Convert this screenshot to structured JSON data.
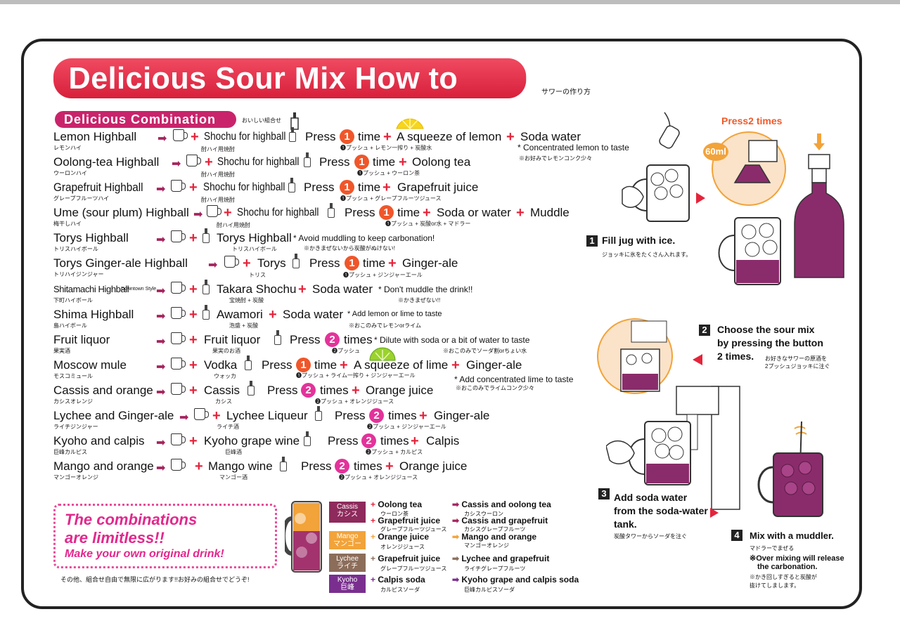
{
  "header": {
    "title": "Delicious Sour Mix How to Make",
    "title_jp": "サワーの作り方",
    "combination_label": "Delicious Combination",
    "combination_jp": "おいしい組合せ"
  },
  "icons": [
    "beer-mug-icon",
    "arrow-right-icon",
    "plus-icon",
    "bottle-icon",
    "dispenser-icon",
    "lemon-icon",
    "lime-icon"
  ],
  "recipes": [
    {
      "name": "Lemon Highball",
      "jp": "レモンハイ",
      "base": "Shochu for highball",
      "base_jp": "酎ハイ用焼酎",
      "press": "1",
      "after": "time",
      "mix1": "A squeeze of lemon",
      "mix2": "Soda water",
      "steps_jp": "❶プッシュ + レモン一搾り + 炭酸水",
      "note": "* Concentrated lemon to taste",
      "note_jp": "※お好みでレモンコンク少々"
    },
    {
      "name": "Oolong-tea Highball",
      "jp": "ウーロンハイ",
      "base": "Shochu for highball",
      "base_jp": "酎ハイ用焼酎",
      "press": "1",
      "after": "time",
      "mix1": "Oolong tea",
      "steps_jp": "❶プッシュ + ウーロン茶"
    },
    {
      "name": "Grapefruit Highball",
      "jp": "グレープフルーツハイ",
      "base": "Shochu for highball",
      "base_jp": "酎ハイ用焼酎",
      "press": "1",
      "after": "time",
      "mix1": "Grapefruit juice",
      "steps_jp": "❶プッシュ + グレープフルーツジュース"
    },
    {
      "name": "Ume (sour plum) Highball",
      "jp": "梅干しハイ",
      "base": "Shochu for highball",
      "base_jp": "酎ハイ用焼酎",
      "press": "1",
      "after": "time",
      "mix1": "Soda or water",
      "mix2": "Muddle",
      "steps_jp": "❶プッシュ + 炭酸or水 + マドラー"
    },
    {
      "name": "Torys Highball",
      "jp": "トリスハイボール",
      "base": "Torys Highball",
      "base_jp": "トリスハイボール",
      "note": "* Avoid muddling to keep carbonation!",
      "note_jp": "※かきまぜないから炭酸がぬけない!"
    },
    {
      "name": "Torys Ginger-ale Highball",
      "jp": "トリハイジンジャー",
      "base": "Torys",
      "base_jp": "トリス",
      "press": "1",
      "after": "time",
      "mix1": "Ginger-ale",
      "steps_jp": "❶プッシュ + ジンジャーエール"
    },
    {
      "name": "Shitamachi Highball",
      "name_small": "Downtown Style",
      "jp": "下町ハイボール",
      "base": "Takara Shochu",
      "base_jp": "宝焼酎 + 炭酸",
      "mix1": "Soda water",
      "note": "* Don't muddle the drink!!",
      "note_jp": "※かきまぜない!!"
    },
    {
      "name": "Shima Highball",
      "jp": "島ハイボール",
      "base": "Awamori",
      "base_jp": "泡盛 + 炭酸",
      "mix1": "Soda water",
      "note": "* Add lemon or lime to taste",
      "note_jp": "※おこのみでレモンorライム"
    },
    {
      "name": "Fruit liquor",
      "jp": "果実酒",
      "base": "Fruit liquor",
      "base_jp": "果実のお酒",
      "press": "2",
      "after": "times",
      "note": "* Dilute with soda or a bit of water to taste",
      "steps_jp": "❷プッシュ",
      "note_jp": "※おこのみでソーダ割orちょい水"
    },
    {
      "name": "Moscow mule",
      "jp": "モスコミュール",
      "base": "Vodka",
      "base_jp": "ウォッカ",
      "press": "1",
      "after": "time",
      "mix1": "A squeeze of lime",
      "mix2": "Ginger-ale",
      "steps_jp": "❶プッシュ + ライム一搾り + ジンジャーエール",
      "note": "* Add concentrated lime to taste",
      "note_jp": "※おこのみでライムコンク少々"
    },
    {
      "name": "Cassis and orange",
      "jp": "カシスオレンジ",
      "base": "Cassis",
      "base_jp": "カシス",
      "press": "2",
      "after": "times",
      "mix1": "Orange juice",
      "steps_jp": "❷プッシュ + オレンジジュース"
    },
    {
      "name": "Lychee and Ginger-ale",
      "jp": "ライチジンジャー",
      "base": "Lychee Liqueur",
      "base_jp": "ライチ酒",
      "press": "2",
      "after": "times",
      "mix1": "Ginger-ale",
      "steps_jp": "❷プッシュ + ジンジャーエール"
    },
    {
      "name": "Kyoho and calpis",
      "jp": "巨峰カルピス",
      "base": "Kyoho grape wine",
      "base_jp": "巨峰酒",
      "press": "2",
      "after": "times",
      "mix1": "Calpis",
      "steps_jp": "❷プッシュ + カルピス"
    },
    {
      "name": "Mango and orange",
      "jp": "マンゴーオレンジ",
      "base": "Mango wine",
      "base_jp": "マンゴー酒",
      "press": "2",
      "after": "times",
      "mix1": "Orange juice",
      "steps_jp": "❷プッシュ + オレンジジュース"
    }
  ],
  "press_word": "Press",
  "limitless": {
    "line1": "The combinations",
    "line2": "are limitless!!",
    "line3": "Make your own original drink!",
    "jp": "その他、組合せ自由で無限に広がります!!お好みの組合せでどうぞ!"
  },
  "combos": [
    {
      "tag": "Cassis",
      "tag_jp": "カシス",
      "color": "#8e2a5c",
      "items": [
        {
          "mix": "Oolong tea",
          "mix_jp": "ウーロン茶",
          "result": "Cassis and oolong tea",
          "result_jp": "カシスウーロン"
        },
        {
          "mix": "Grapefruit juice",
          "mix_jp": "グレープフルーツジュース",
          "result": "Cassis and grapefruit",
          "result_jp": "カシスグレープフルーツ"
        }
      ]
    },
    {
      "tag": "Mango",
      "tag_jp": "マンゴー",
      "color": "#f2a33a",
      "items": [
        {
          "mix": "Orange juice",
          "mix_jp": "オレンジジュース",
          "result": "Mango and orange",
          "result_jp": "マンゴーオレンジ"
        }
      ]
    },
    {
      "tag": "Lychee",
      "tag_jp": "ライチ",
      "color": "#8c6d5a",
      "items": [
        {
          "mix": "Grapefruit juice",
          "mix_jp": "グレープフルーツジュース",
          "result": "Lychee and grapefruit",
          "result_jp": "ライチグレープフルーツ"
        }
      ]
    },
    {
      "tag": "Kyoho",
      "tag_jp": "巨峰",
      "color": "#7a2f8f",
      "items": [
        {
          "mix": "Calpis soda",
          "mix_jp": "カルピスソーダ",
          "result": "Kyoho grape and calpis soda",
          "result_jp": "巨峰カルピスソーダ"
        }
      ]
    }
  ],
  "steps": [
    {
      "num": "1",
      "title": "Fill jug with ice.",
      "jp": "ジョッキに氷をたくさん入れます。"
    },
    {
      "num": "2",
      "title1": "Choose the sour mix",
      "title2": "by pressing the button",
      "title3": "2 times.",
      "jp1": "お好きなサワーの原酒を",
      "jp2": "2プッシュジョッキに注ぐ"
    },
    {
      "num": "3",
      "title1": "Add soda water",
      "title2": "from the soda-water",
      "title3": "tank.",
      "jp": "炭酸タワーからソーダを注ぐ"
    },
    {
      "num": "4",
      "title": "Mix with a muddler.",
      "jp": "マドラーでまぜる",
      "warn1": "※Over mixing will release",
      "warn2": "the carbonation.",
      "warn_jp1": "※かき回しすぎると炭酸が",
      "warn_jp2": "抜けてしまします。"
    }
  ],
  "press_badge": "Press2 times",
  "volume_badge": "60ml",
  "colors": {
    "title_red": "#e0283f",
    "combo_magenta": "#c9246b",
    "plus_red": "#e4243b",
    "num_orange": "#f0562a",
    "num_pink": "#e3339a",
    "arrow": "#a5245e",
    "purple_drink": "#8a2c6b"
  }
}
